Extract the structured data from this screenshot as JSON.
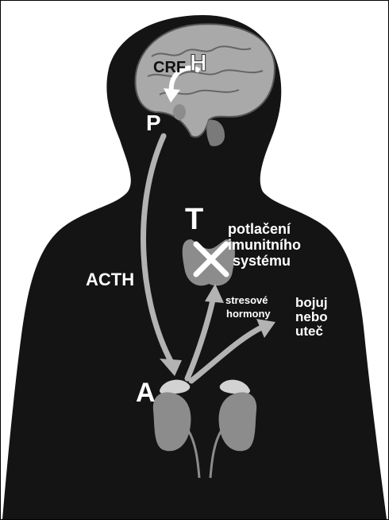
{
  "labels": {
    "crf": "CRF",
    "h": "H",
    "p": "P",
    "t": "T",
    "a": "A",
    "acth": "ACTH",
    "immune": [
      "potlačení",
      "imunitního",
      "systému"
    ],
    "stress": [
      "stresové",
      "hormony"
    ],
    "fight": [
      "bojuj",
      "nebo",
      "uteč"
    ]
  },
  "colors": {
    "silhouette": "#141414",
    "brain": "#a9a9a9",
    "brain_dark": "#555555",
    "organ": "#8c8c8c",
    "arrow": "#b3b3b3",
    "text": "#ffffff",
    "frame_bg": "#ffffff"
  }
}
